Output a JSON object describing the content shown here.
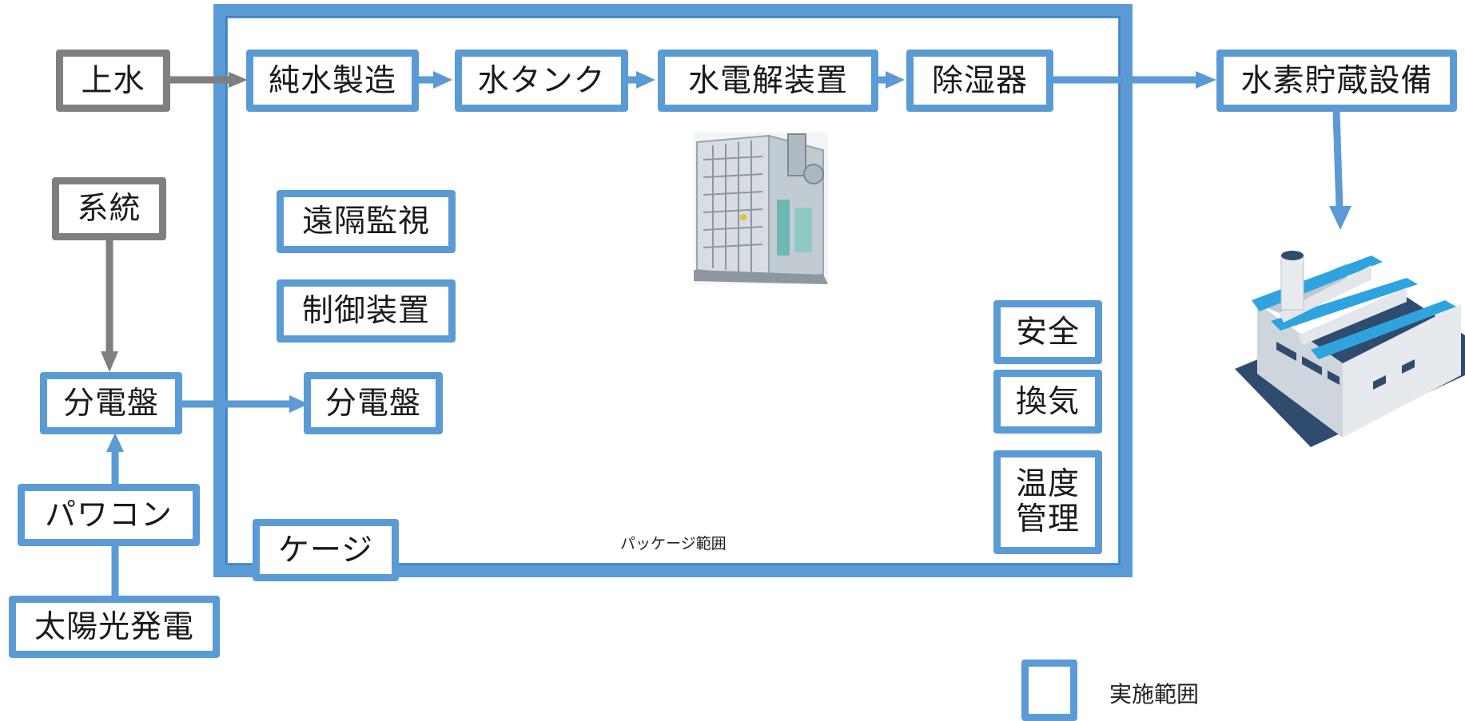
{
  "colors": {
    "scope_blue": "#5b9bd5",
    "external_gray": "#7f7f7f",
    "factory_roof": "#2fa3dd",
    "factory_wall": "#e3e6ea",
    "factory_shade": "#2f4b6e"
  },
  "package_label": "パッケージ範囲",
  "external": {
    "water_supply": "上水",
    "grid": "系統",
    "panel": "分電盤",
    "power_conditioner": "パワコン",
    "solar": "太陽光発電",
    "hydrogen_storage": "水素貯蔵設備"
  },
  "process": {
    "pure_water": "純水製造",
    "water_tank": "水タンク",
    "electrolyzer": "水電解装置",
    "dehumidifier": "除湿器"
  },
  "inside": {
    "remote_monitoring": "遠隔監視",
    "control_unit": "制御装置",
    "panel": "分電盤",
    "cage": "ケージ",
    "safety": "安全",
    "ventilation": "換気",
    "temp_line1": "温度",
    "temp_line2": "管理"
  },
  "legend": {
    "label": "実施範囲"
  },
  "icons": {
    "electrolyzer_image": "electrolyzer-unit-icon",
    "factory_image": "factory-icon"
  }
}
